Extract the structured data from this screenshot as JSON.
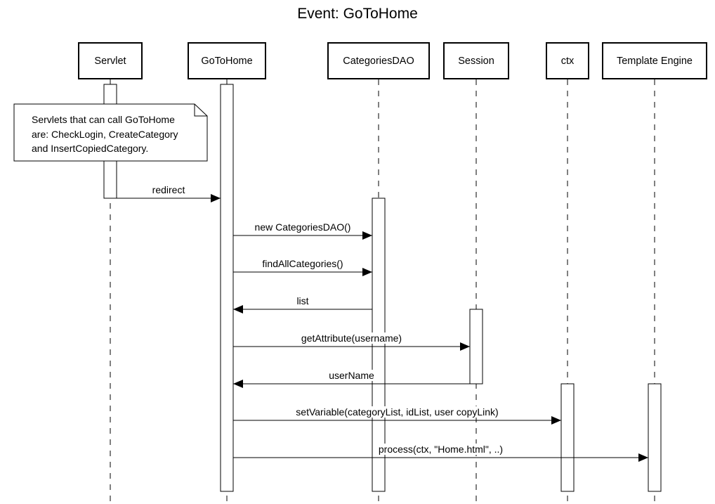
{
  "title": "Event: GoToHome",
  "participants": [
    {
      "id": "servlet",
      "label": "Servlet"
    },
    {
      "id": "gotohome",
      "label": "GoToHome"
    },
    {
      "id": "categoriesdao",
      "label": "CategoriesDAO"
    },
    {
      "id": "session",
      "label": "Session"
    },
    {
      "id": "ctx",
      "label": "ctx"
    },
    {
      "id": "templateengine",
      "label": "Template Engine"
    }
  ],
  "note": {
    "lines": [
      "Servlets that can call GoToHome",
      "are: CheckLogin, CreateCategory",
      "and InsertCopiedCategory."
    ]
  },
  "messages": [
    {
      "from": "servlet",
      "to": "gotohome",
      "label": "redirect",
      "kind": "call"
    },
    {
      "from": "gotohome",
      "to": "categoriesdao",
      "label": "new CategoriesDAO()",
      "kind": "call"
    },
    {
      "from": "gotohome",
      "to": "categoriesdao",
      "label": "findAllCategories()",
      "kind": "call"
    },
    {
      "from": "categoriesdao",
      "to": "gotohome",
      "label": "list",
      "kind": "return"
    },
    {
      "from": "gotohome",
      "to": "session",
      "label": "getAttribute(username)",
      "kind": "call"
    },
    {
      "from": "session",
      "to": "gotohome",
      "label": "userName",
      "kind": "return"
    },
    {
      "from": "gotohome",
      "to": "ctx",
      "label": "setVariable(categoryList, idList, user copyLink)",
      "kind": "call"
    },
    {
      "from": "gotohome",
      "to": "templateengine",
      "label": "process(ctx, \"Home.html\", ..)",
      "kind": "call"
    }
  ]
}
